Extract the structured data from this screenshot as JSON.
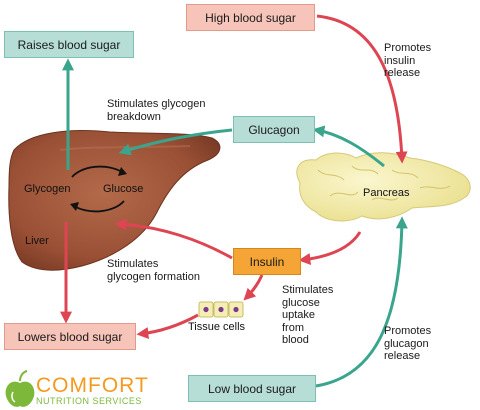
{
  "boxes": {
    "high_blood_sugar": "High blood sugar",
    "raises_blood_sugar": "Raises blood sugar",
    "glucagon": "Glucagon",
    "insulin": "Insulin",
    "lowers_blood_sugar": "Lowers blood sugar",
    "low_blood_sugar": "Low blood sugar"
  },
  "annotations": {
    "promotes_insulin_release": [
      "Promotes",
      "insulin",
      "release"
    ],
    "stimulates_glycogen_breakdown": [
      "Stimulates glycogen",
      "breakdown"
    ],
    "stimulates_glycogen_formation": [
      "Stimulates",
      "glycogen formation"
    ],
    "stimulates_glucose_uptake": [
      "Stimulates",
      "glucose",
      "uptake",
      "from",
      "blood"
    ],
    "promotes_glucagon_release": [
      "Promotes",
      "glucagon",
      "release"
    ]
  },
  "organs": {
    "glycogen": "Glycogen",
    "glucose": "Glucose",
    "liver": "Liver",
    "pancreas": "Pancreas",
    "tissue_cells": "Tissue cells"
  },
  "brand": {
    "name": "COMFORT",
    "subtitle": "NUTRITION SERVICES"
  },
  "colors": {
    "red_arrow": "#de4553",
    "green_arrow": "#3aa58c",
    "liver": "#9c5238",
    "pancreas": "#f2eaa6",
    "insulin_box": "#f4a535",
    "brand_orange": "#f39a1f",
    "brand_green": "#7db83a"
  }
}
